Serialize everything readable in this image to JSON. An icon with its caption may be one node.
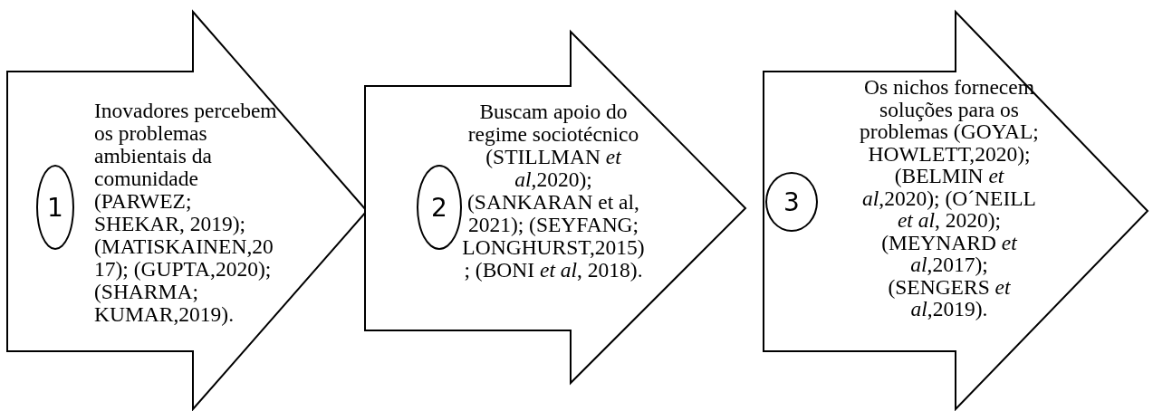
{
  "diagram": {
    "nodes": [
      {
        "text": [
          "Inovadores percebem os problemas ambientais da comunidade (PARWEZ; SHEKAR, 2019); (MATISKAINEN,2017); (GUPTA,2020); (SHARMA; KUMAR,2019)."
        ]
      },
      {
        "text": [
          "1"
        ],
        "in": 0
      },
      {
        "text": [
          "Buscam apoio do regime sociotécnico (STILLMAN *et al*,2020); (SANKARAN et al, 2021); (SEYFANG; LONGHURST,2015); (BONI *et al*, 2018)."
        ]
      },
      {
        "text": [
          "2"
        ],
        "in": 2
      },
      {
        "text": [
          "Os nichos fornecem soluções para os problemas (GOYAL; HOWLETT,2020); (BELMIN *et al*,2020); (O´NEILL *et al*, 2020); (MEYNARD *et al*,2017); (SENGERS *et al*,2019)."
        ]
      },
      {
        "text": [
          "3"
        ],
        "in": 4
      }
    ]
  }
}
